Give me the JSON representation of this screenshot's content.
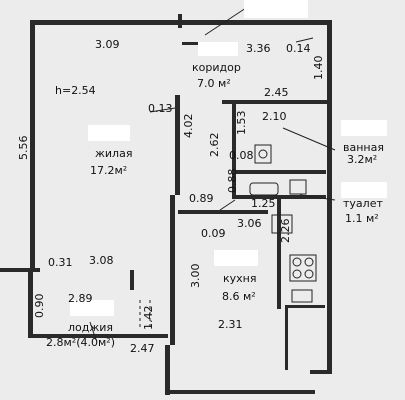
{
  "rooms": {
    "corridor": {
      "name": "коридор",
      "area": "7.0 м²"
    },
    "bedroom": {
      "name": "жилая",
      "area": "17.2м²",
      "height": "h=2.54"
    },
    "bathroom": {
      "name": "ванная",
      "area": "3.2м²"
    },
    "toilet": {
      "name": "туалет",
      "area": "1.1 м²"
    },
    "kitchen": {
      "name": "кухня",
      "area": "8.6 м²"
    },
    "loggia": {
      "name": "лоджия",
      "area": "2.8м²(4.0м²)"
    }
  },
  "dimensions": {
    "d309": "3.09",
    "d336": "3.36",
    "d014": "0.14",
    "d140": "1.40",
    "d245": "2.45",
    "d013": "0.13",
    "d402": "4.02",
    "d556": "5.56",
    "d210": "2.10",
    "d153": "1.53",
    "d262": "2.62",
    "d008": "0.08",
    "d089": "0.89",
    "d088": "0.88",
    "d125": "1.25",
    "d009": "0.09",
    "d306": "3.06",
    "d226": "2.26",
    "d031": "0.31",
    "d308": "3.08",
    "d300": "3.00",
    "d090": "0.90",
    "d289": "2.89",
    "d142": "1.42",
    "d247": "2.47",
    "d231": "2.31"
  }
}
